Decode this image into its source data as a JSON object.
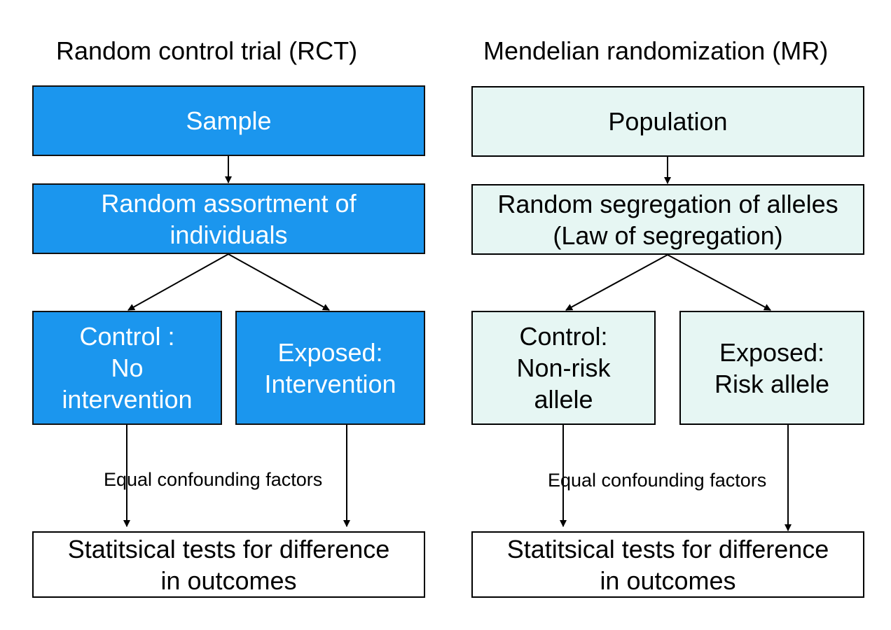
{
  "rct": {
    "title": "Random control trial (RCT)",
    "sample": "Sample",
    "assort": [
      "Random assortment of",
      "individuals"
    ],
    "control": [
      "Control :",
      "No",
      "intervention"
    ],
    "exposed": [
      "Exposed:",
      "Intervention"
    ],
    "note": "Equal confounding factors",
    "tests": [
      "Statitsical tests for difference",
      "in outcomes"
    ]
  },
  "mr": {
    "title": "Mendelian randomization (MR)",
    "population": "Population",
    "segregation": [
      "Random segregation of alleles",
      "(Law of segregation)"
    ],
    "control": [
      "Control:",
      "Non-risk",
      "allele"
    ],
    "exposed": [
      "Exposed:",
      "Risk allele"
    ],
    "note": "Equal confounding factors",
    "tests": [
      "Statitsical tests for difference",
      "in outcomes"
    ]
  },
  "colors": {
    "rct_fill": "#1b96ee",
    "mr_fill": "#e6f6f3",
    "line": "#000000"
  }
}
